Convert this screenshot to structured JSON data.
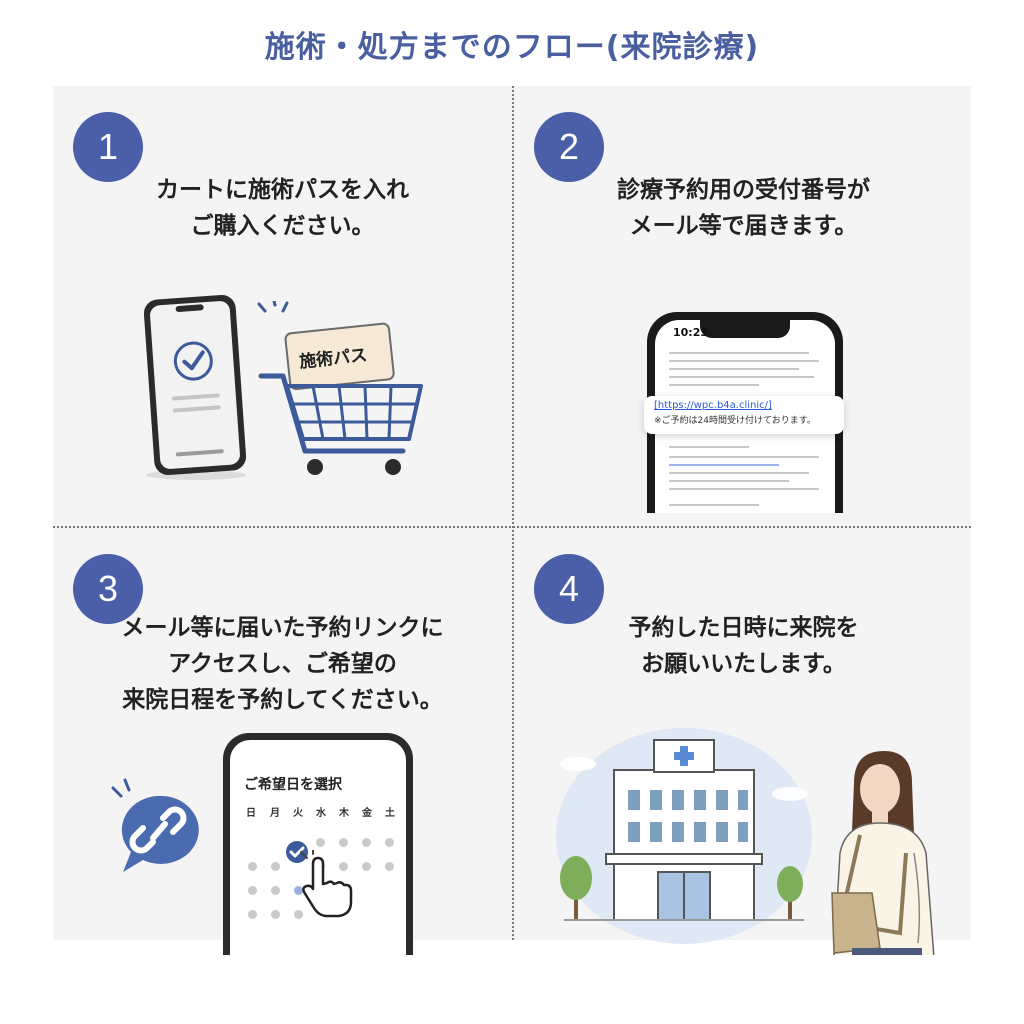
{
  "page": {
    "title": "施術・処方までのフロー(来院診療)"
  },
  "steps": [
    {
      "number": "1",
      "lines": [
        "カートに施術パスを入れ",
        "ご購入ください。"
      ],
      "card_label": "施術パス"
    },
    {
      "number": "2",
      "lines": [
        "診療予約用の受付番号が",
        "メール等で届きます。"
      ],
      "phone_time": "10:23",
      "link_text": "[https://wpc.b4a.clinic/]",
      "link_note": "※ご予約は24時間受け付けております。"
    },
    {
      "number": "3",
      "lines": [
        "メール等に届いた予約リンクに",
        "アクセスし、ご希望の",
        "来院日程を予約してください。"
      ],
      "calendar_title": "ご希望日を選択",
      "weekdays": [
        "日",
        "月",
        "火",
        "水",
        "木",
        "金",
        "土"
      ]
    },
    {
      "number": "4",
      "lines": [
        "予約した日時に来院を",
        "お願いいたします。"
      ]
    }
  ],
  "colors": {
    "accent": "#4a5fa8",
    "title": "#4a5fa0",
    "cart": "#3d5a9a",
    "card": "#f6ead6"
  },
  "icons": [
    "check-icon",
    "shopping-cart-icon",
    "link-icon",
    "hospital-icon",
    "tap-hand-icon"
  ]
}
